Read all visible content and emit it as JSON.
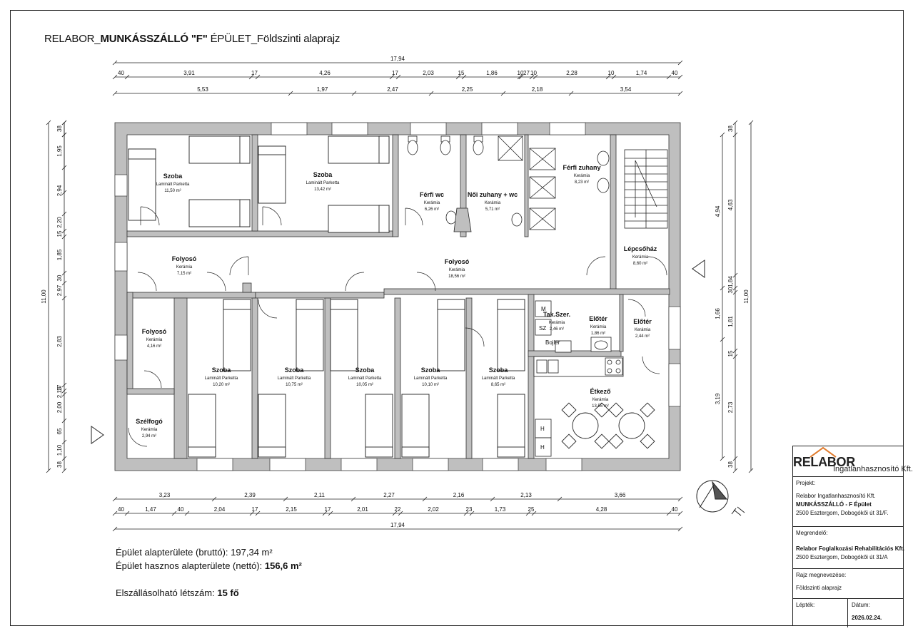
{
  "title": {
    "prefix": "RELABOR_",
    "bold": "MUNKÁSSZÁLLÓ \"F\"",
    "suffix": " ÉPÜLET_Földszinti alaprajz"
  },
  "dims": {
    "top_total": "17,94",
    "top_row1": [
      "40",
      "3,91",
      "17",
      "4,26",
      "17",
      "2,03",
      "15",
      "1,86",
      "10",
      "27",
      "10",
      "2,28",
      "10",
      "1,74",
      "40"
    ],
    "top_row2": [
      "5,53",
      "1,97",
      "2,47",
      "2,25",
      "2,18",
      "3,54"
    ],
    "bottom_row1": [
      "3,23",
      "2,39",
      "2,11",
      "2,27",
      "2,16",
      "2,13",
      "3,66"
    ],
    "bottom_row2": [
      "40",
      "1,47",
      "40",
      "2,04",
      "17",
      "2,15",
      "17",
      "2,01",
      "22",
      "2,02",
      "23",
      "1,73",
      "25",
      "4,28",
      "40"
    ],
    "bottom_total": "17,94",
    "left_outer": "11,00",
    "left_row1": [
      "38",
      "1,95",
      "2,94",
      "2,20",
      "15",
      "1,85",
      "30",
      "2,97",
      "2,83",
      "17",
      "2,13",
      "2,00",
      "65",
      "1,10",
      "38"
    ],
    "right_row1": [
      "38",
      "4,63",
      "1,84",
      "30",
      "1,81",
      "15",
      "2,73",
      "38"
    ],
    "right_row2": [
      "4,94",
      "1,66",
      "3,19"
    ],
    "right_outer": "11,00"
  },
  "rooms": [
    {
      "name": "Szoba",
      "mat": "Laminált Parketta",
      "area": "11,50 m²"
    },
    {
      "name": "Szoba",
      "mat": "Laminált Parketta",
      "area": "13,42 m²"
    },
    {
      "name": "Férfi wc",
      "mat": "Kerámia",
      "area": "6,26 m²"
    },
    {
      "name": "Női zuhany + wc",
      "mat": "Kerámia",
      "area": "5,71 m²"
    },
    {
      "name": "Férfi zuhany",
      "mat": "Kerámia",
      "area": "8,23 m²"
    },
    {
      "name": "Folyosó",
      "mat": "Kerámia",
      "area": "7,15 m²"
    },
    {
      "name": "Folyosó",
      "mat": "Kerámia",
      "area": "18,56 m²"
    },
    {
      "name": "Lépcsőház",
      "mat": "Kerámia",
      "area": "8,60 m²"
    },
    {
      "name": "Folyosó",
      "mat": "Kerámia",
      "area": "4,16 m²"
    },
    {
      "name": "Szoba",
      "mat": "Laminált Parketta",
      "area": "10,20 m²"
    },
    {
      "name": "Szoba",
      "mat": "Laminált Parketta",
      "area": "10,75 m²"
    },
    {
      "name": "Szoba",
      "mat": "Laminált Parketta",
      "area": "10,05 m²"
    },
    {
      "name": "Szoba",
      "mat": "Laminált Parketta",
      "area": "10,10 m²"
    },
    {
      "name": "Szoba",
      "mat": "Laminált Parketta",
      "area": "8,65 m²"
    },
    {
      "name": "Tak.Szer.",
      "mat": "Kerámia",
      "area": "2,46 m²"
    },
    {
      "name": "Előtér",
      "mat": "Kerámia",
      "area": "1,86 m²"
    },
    {
      "name": "Előtér",
      "mat": "Kerámia",
      "area": "2,44 m²"
    },
    {
      "name": "Szélfogó",
      "mat": "Kerámia",
      "area": "2,94 m²"
    },
    {
      "name": "Étkező",
      "mat": "Kerámia",
      "area": "13,55 m²"
    }
  ],
  "fixture_labels": {
    "m": "M",
    "sz": "SZ",
    "bojler": "Bojler",
    "h1": "H",
    "h2": "H"
  },
  "summary": {
    "gross_label": "Épület alapterülete (bruttó): ",
    "gross_value": "197,34 m²",
    "net_label": "Épület hasznos alapterülete (nettó): ",
    "net_value": "156,6 m²",
    "capacity_label": "Elszállásolható létszám: ",
    "capacity_value": "15 fő"
  },
  "titleblock": {
    "logo_name": "RELABOR",
    "logo_sub": "Ingatlanhasznosító Kft.",
    "projekt_label": "Projekt:",
    "projekt_company": "Relabor Ingatlanhasznosító Kft.",
    "projekt_name": "MUNKÁSSZÁLLÓ - F Épület",
    "projekt_address": "2500 Esztergom, Dobogókői út 31/F.",
    "megrendelo_label": "Megrendelő:",
    "megrendelo_name": "Relabor Foglalkozási Rehabilitációs Kft.",
    "megrendelo_address": "2500 Esztergom, Dobogókői út 31/A",
    "rajz_label": "Rajz megnevezése:",
    "rajz_value": "Földszinti alaprajz",
    "lepték_label": "Lépték:",
    "datum_label": "Dátum:",
    "datum_value": "2026.02.24."
  },
  "colors": {
    "wall": "#bfbfbf",
    "line": "#222222",
    "dim_blue": "#2244cc",
    "logo_orange": "#e07a2a"
  }
}
